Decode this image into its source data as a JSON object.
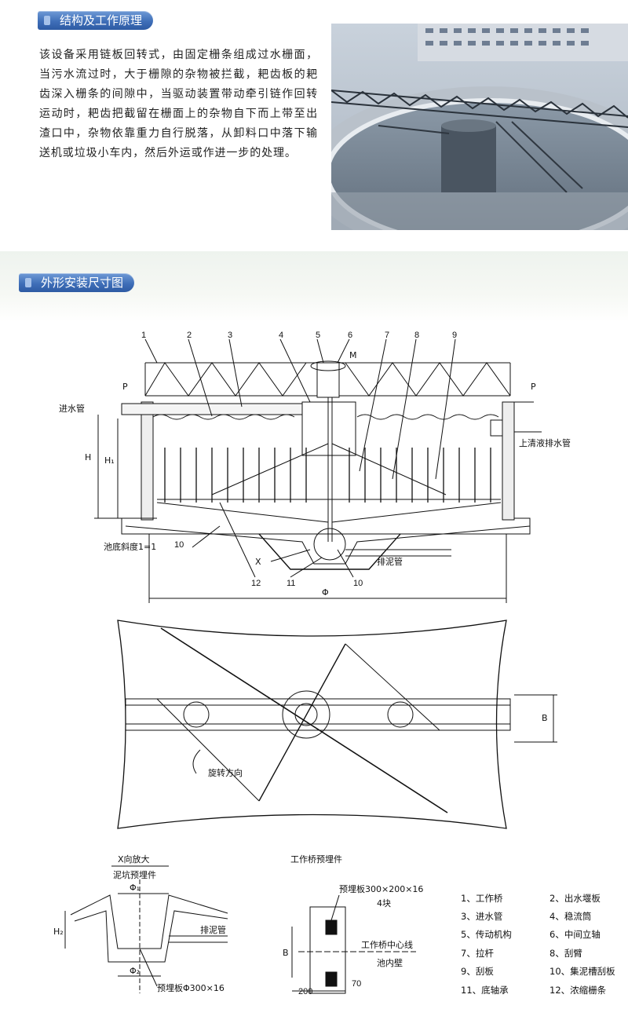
{
  "section1": {
    "title": "结构及工作原理",
    "paragraph": "该设备采用链板回转式，由固定栅条组成过水栅面，当污水流过时，大于栅隙的杂物被拦截，耙齿板的耙齿深入栅条的间隙中，当驱动装置带动牵引链作回转运动时，耙齿把截留在栅面上的杂物自下而上带至出渣口中，杂物依靠重力自行脱落，从卸料口中落下输送机或垃圾小车内，然后外运或作进一步的处理。"
  },
  "section2": {
    "title": "外形安装尺寸图"
  },
  "elevation": {
    "part_numbers": [
      "1",
      "2",
      "3",
      "4",
      "5",
      "6",
      "7",
      "8",
      "9"
    ],
    "motor": "M",
    "p_left": "P",
    "p_right": "P",
    "inlet_pipe": "进水管",
    "outlet_pipe": "上清液排水管",
    "dim_H": "H",
    "dim_H1": "H₁",
    "slope": "池底斜度1=1",
    "part_10": "10",
    "view_x": "X",
    "sludge_pipe": "排泥管",
    "part_12": "12",
    "part_11": "11",
    "part_10b": "10",
    "diameter": "Φ"
  },
  "plan": {
    "rotation": "旋转方向",
    "dim_B": "B"
  },
  "detail_x": {
    "title": "X向放大",
    "subtitle": "泥坑预埋件",
    "phi1": "Φ₁",
    "h2": "H₂",
    "sludge_pipe": "排泥管",
    "phi2": "Φ₂",
    "plate": "预埋板Φ300×16"
  },
  "detail_bridge": {
    "title": "工作桥预埋件",
    "plate": "预埋板300×200×16",
    "count": "4块",
    "centerline": "工作桥中心线",
    "inner_wall": "池内壁",
    "dim_B": "B",
    "dim_200": "200",
    "dim_70": "70"
  },
  "legend": [
    [
      "1、工作桥",
      "2、出水堰板"
    ],
    [
      "3、进水管",
      "4、稳流筒"
    ],
    [
      "5、传动机构",
      "6、中间立轴"
    ],
    [
      "7、拉杆",
      "8、刮臂"
    ],
    [
      "9、刮板",
      "10、集泥槽刮板"
    ],
    [
      "11、底轴承",
      "12、浓缩栅条"
    ]
  ]
}
